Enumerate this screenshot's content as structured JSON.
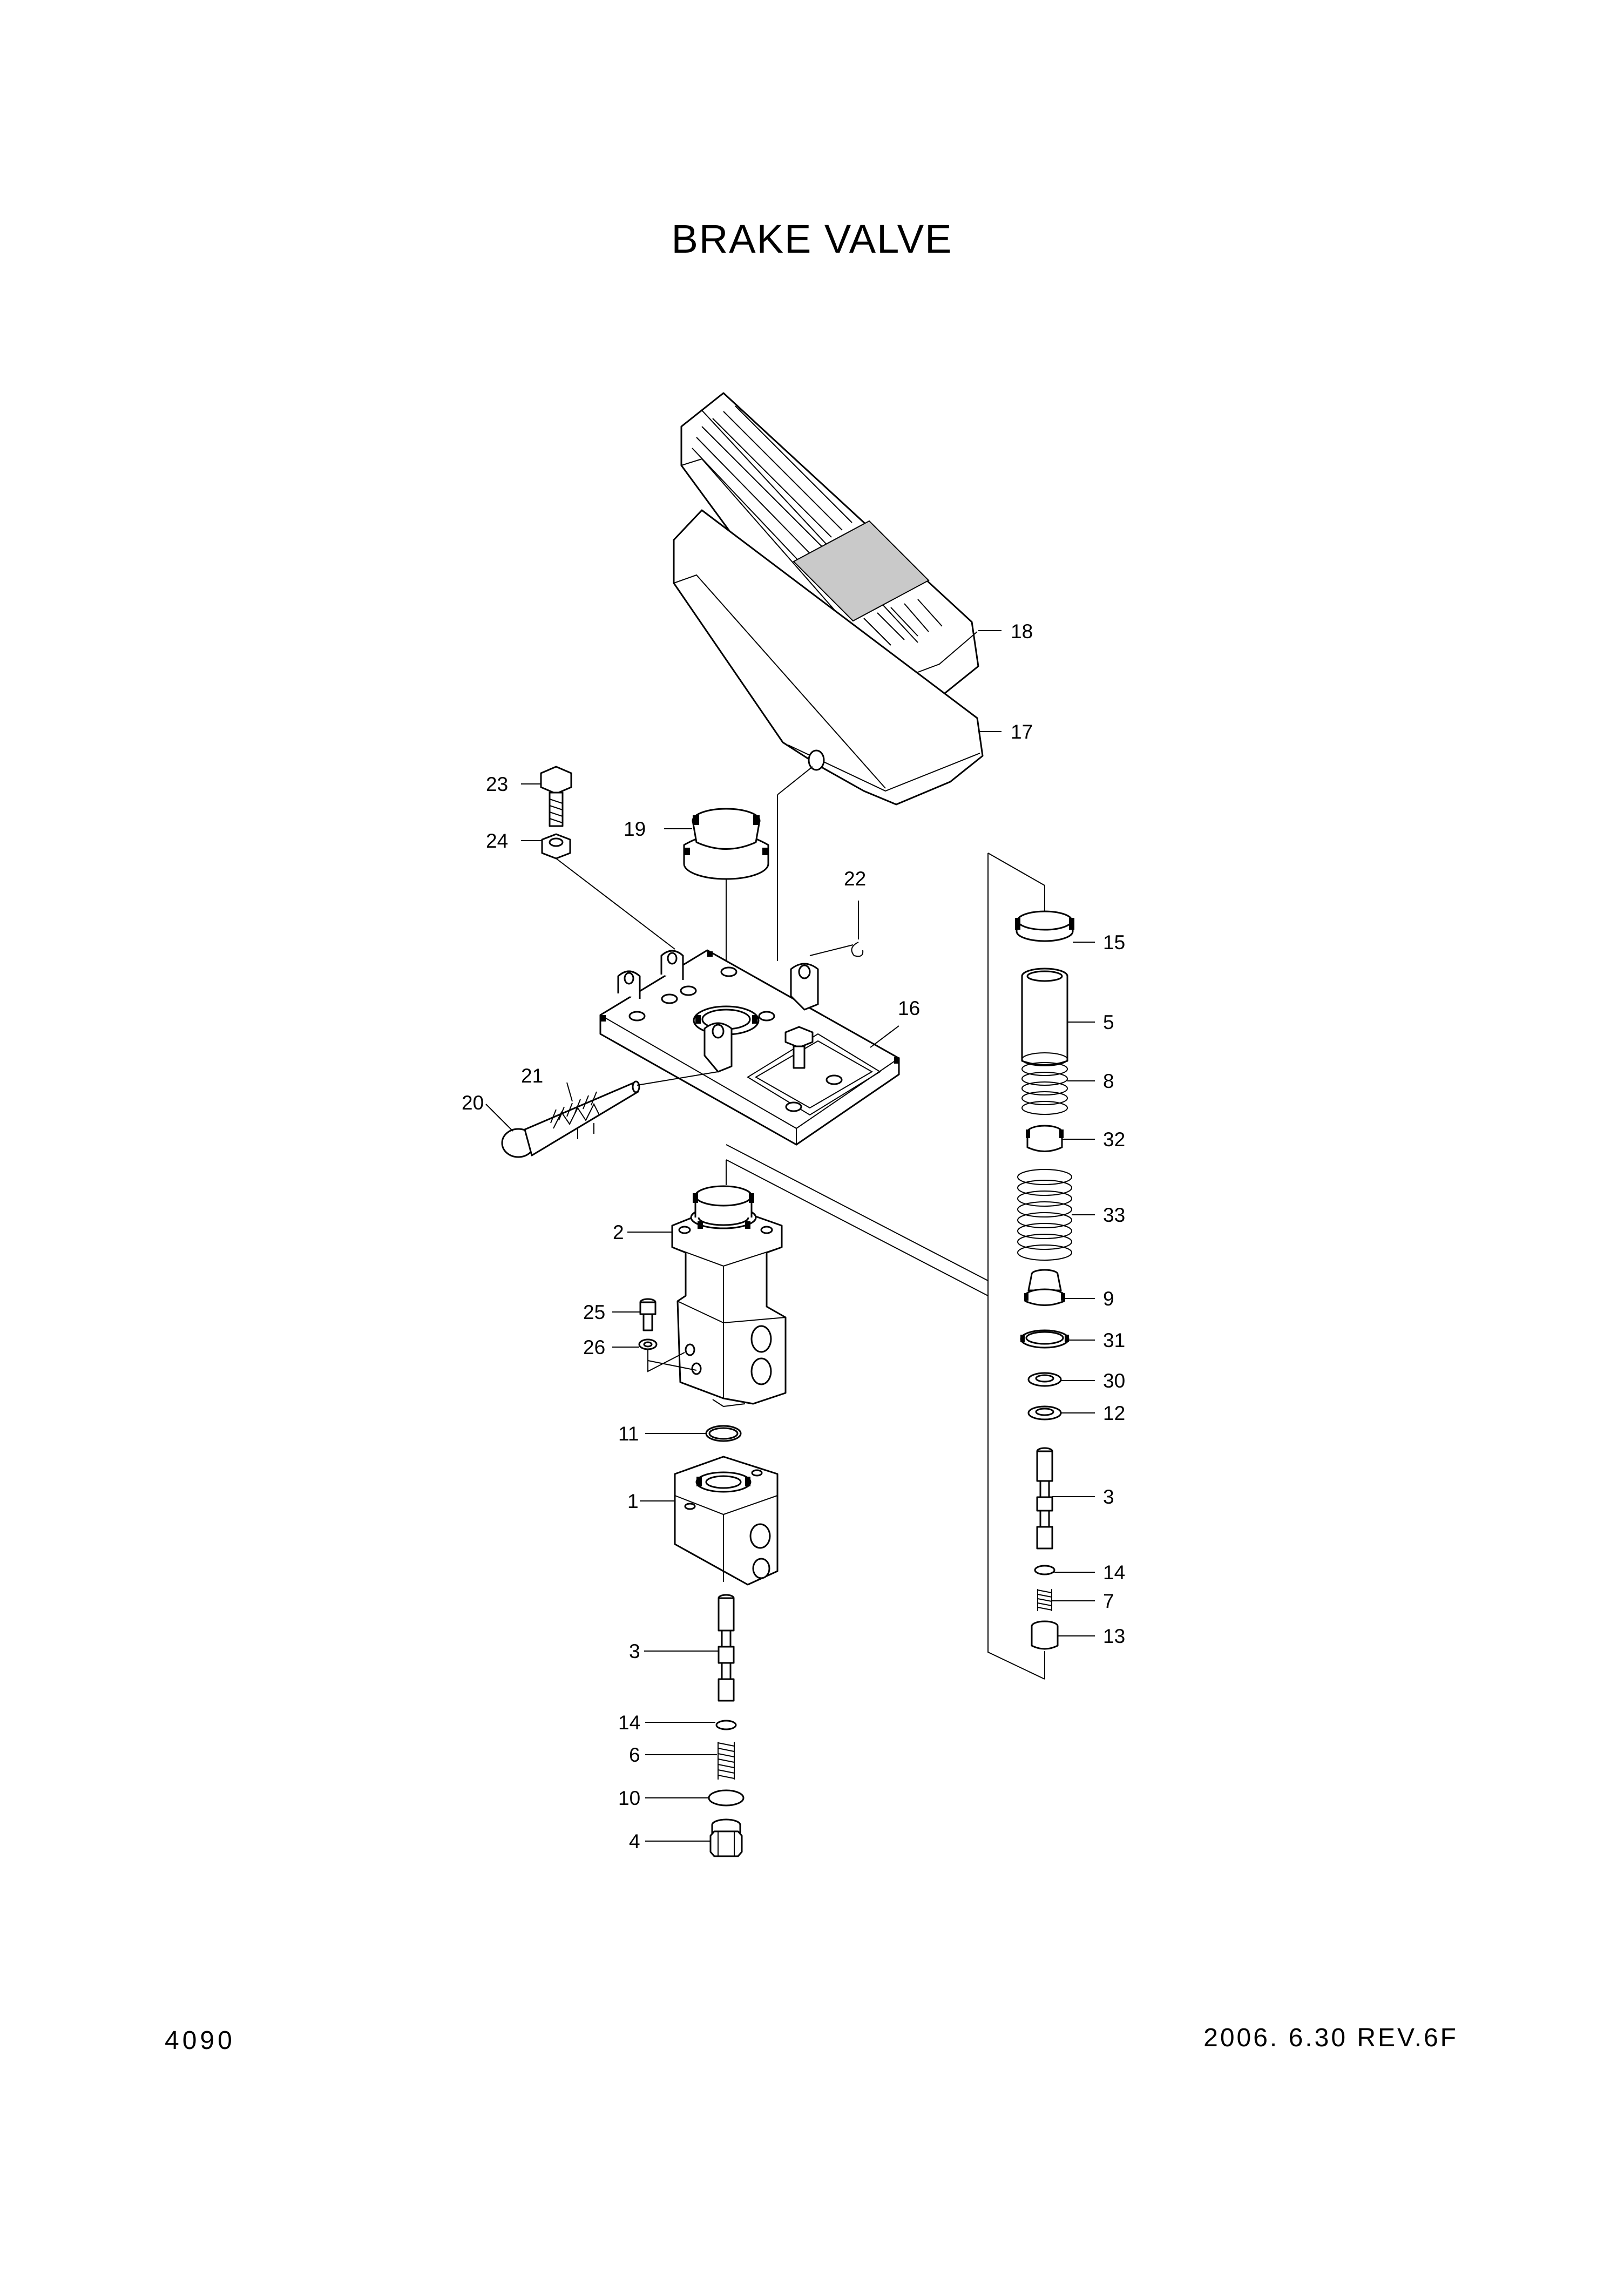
{
  "title": "BRAKE VALVE",
  "page_number": "4090",
  "revision": "2006. 6.30  REV.6F",
  "callouts": [
    {
      "id": "c18",
      "text": "18"
    },
    {
      "id": "c17",
      "text": "17"
    },
    {
      "id": "c23",
      "text": "23"
    },
    {
      "id": "c24",
      "text": "24"
    },
    {
      "id": "c19",
      "text": "19"
    },
    {
      "id": "c22",
      "text": "22"
    },
    {
      "id": "c16",
      "text": "16"
    },
    {
      "id": "c21",
      "text": "21"
    },
    {
      "id": "c20",
      "text": "20"
    },
    {
      "id": "c2",
      "text": "2"
    },
    {
      "id": "c25",
      "text": "25"
    },
    {
      "id": "c26",
      "text": "26"
    },
    {
      "id": "c11",
      "text": "11"
    },
    {
      "id": "c1",
      "text": "1"
    },
    {
      "id": "c3a",
      "text": "3"
    },
    {
      "id": "c14a",
      "text": "14"
    },
    {
      "id": "c6",
      "text": "6"
    },
    {
      "id": "c10",
      "text": "10"
    },
    {
      "id": "c4",
      "text": "4"
    },
    {
      "id": "c15",
      "text": "15"
    },
    {
      "id": "c5",
      "text": "5"
    },
    {
      "id": "c8",
      "text": "8"
    },
    {
      "id": "c32",
      "text": "32"
    },
    {
      "id": "c33",
      "text": "33"
    },
    {
      "id": "c9",
      "text": "9"
    },
    {
      "id": "c31",
      "text": "31"
    },
    {
      "id": "c30",
      "text": "30"
    },
    {
      "id": "c12",
      "text": "12"
    },
    {
      "id": "c3b",
      "text": "3"
    },
    {
      "id": "c14b",
      "text": "14"
    },
    {
      "id": "c7",
      "text": "7"
    },
    {
      "id": "c13",
      "text": "13"
    }
  ]
}
